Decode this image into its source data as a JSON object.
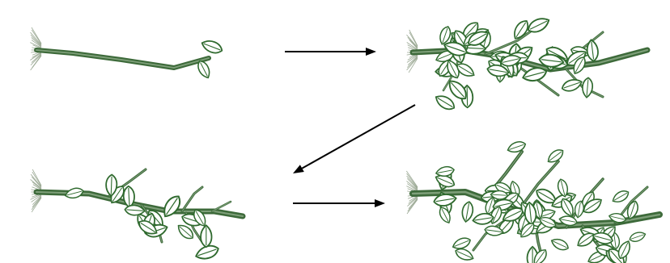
{
  "diagram": {
    "stages": [
      {
        "stage": 1,
        "leaves": 2
      },
      {
        "stage": 2,
        "leaves": 46
      },
      {
        "stage": 3,
        "leaves": 16
      },
      {
        "stage": 4,
        "leaves": 72
      }
    ],
    "arrows": [
      {
        "from": 1,
        "to": 2
      },
      {
        "from": 2,
        "to": 3
      },
      {
        "from": 3,
        "to": 4
      }
    ],
    "colors": {
      "branch": "#3d6a3a",
      "leaf_outline": "#2f6a2e",
      "arrow": "#000000"
    }
  }
}
